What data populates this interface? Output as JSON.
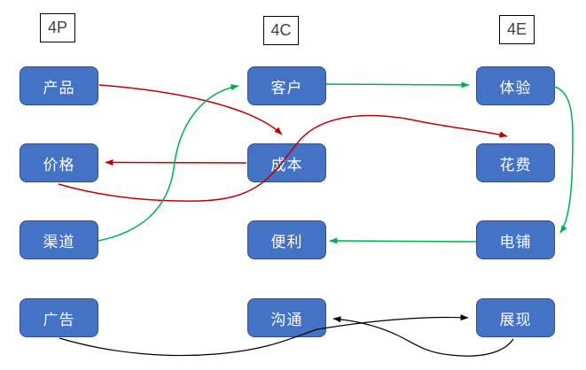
{
  "diagram_title": "",
  "columns": [
    {
      "header": "4P",
      "items": [
        "产品",
        "价格",
        "渠道",
        "广告"
      ]
    },
    {
      "header": "4C",
      "items": [
        "客户",
        "成本",
        "便利",
        "沟通"
      ]
    },
    {
      "header": "4E",
      "items": [
        "体验",
        "花费",
        "电铺",
        "展现"
      ]
    }
  ],
  "edges": [
    {
      "from": "产品",
      "to": "成本",
      "color": "#C00000"
    },
    {
      "from": "成本",
      "to": "价格",
      "color": "#C00000"
    },
    {
      "from": "价格",
      "to": "花费",
      "color": "#C00000"
    },
    {
      "from": "渠道",
      "to": "客户",
      "color": "#00B050"
    },
    {
      "from": "客户",
      "to": "体验",
      "color": "#00B050"
    },
    {
      "from": "体验",
      "to": "电铺",
      "color": "#00B050"
    },
    {
      "from": "电铺",
      "to": "便利",
      "color": "#00B050"
    },
    {
      "from": "广告",
      "to": "展现",
      "color": "#000000"
    },
    {
      "from": "展现",
      "to": "沟通",
      "color": "#000000"
    }
  ],
  "colors": {
    "node_fill": "#4472C4",
    "node_border": "#2F528F",
    "node_text": "#ffffff",
    "arrow_red": "#C00000",
    "arrow_green": "#00B050",
    "arrow_black": "#000000",
    "header_border": "#000000"
  }
}
